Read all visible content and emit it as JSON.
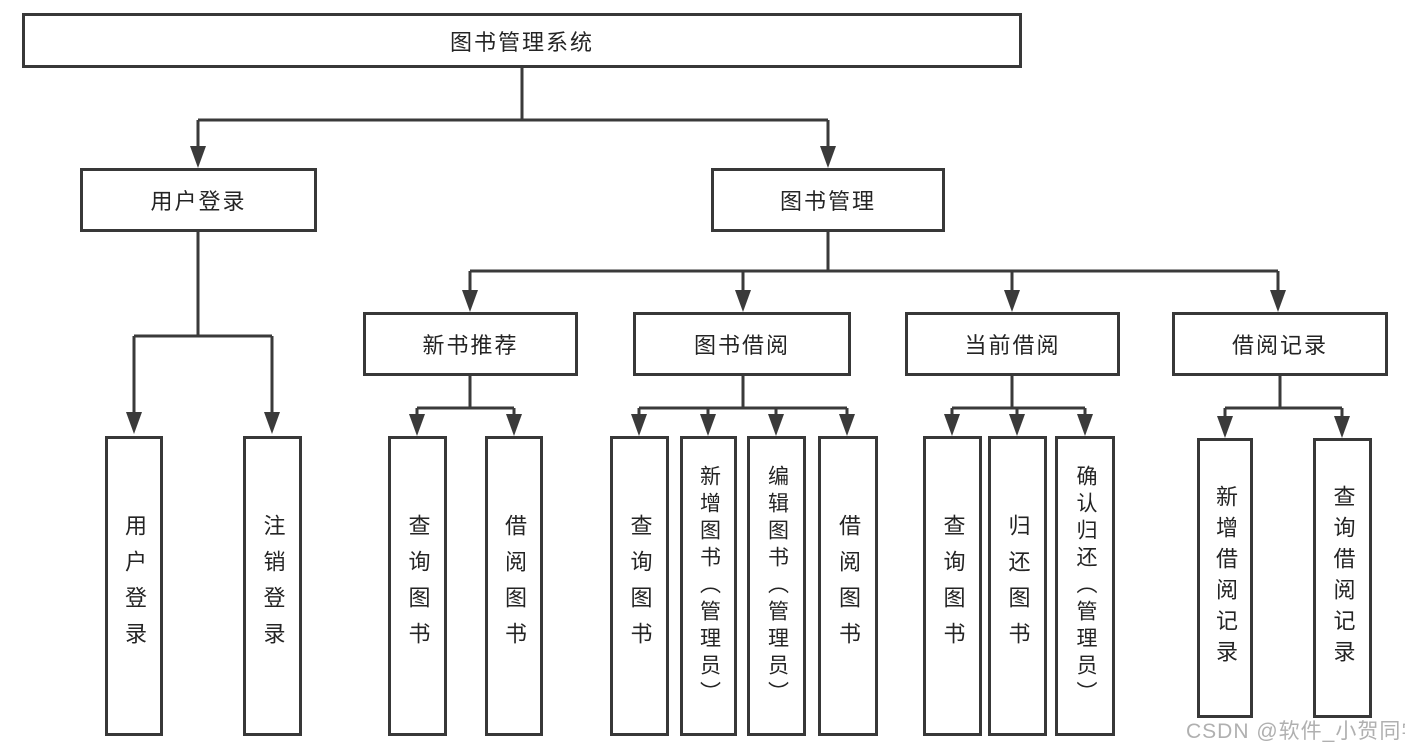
{
  "tree": {
    "root": "图书管理系统",
    "level2": [
      "用户登录",
      "图书管理"
    ],
    "level3": [
      "新书推荐",
      "图书借阅",
      "当前借阅",
      "借阅记录"
    ],
    "leaves_user_login": [
      "用户登录",
      "注销登录"
    ],
    "leaves_new_books": [
      "查询图书",
      "借阅图书"
    ],
    "leaves_book_borrow": [
      "查询图书",
      "新增图书（管理员）",
      "编辑图书（管理员）",
      "借阅图书"
    ],
    "leaves_current_borrow": [
      "查询图书",
      "归还图书",
      "确认归还（管理员）"
    ],
    "leaves_borrow_records": [
      "新增借阅记录",
      "查询借阅记录"
    ]
  },
  "watermark": "CSDN @软件_小贺同学",
  "colors": {
    "line": "#3a3a3a",
    "box_border": "#383838",
    "text": "#242424",
    "watermark": "#b0b0b0",
    "background": "#ffffff"
  }
}
